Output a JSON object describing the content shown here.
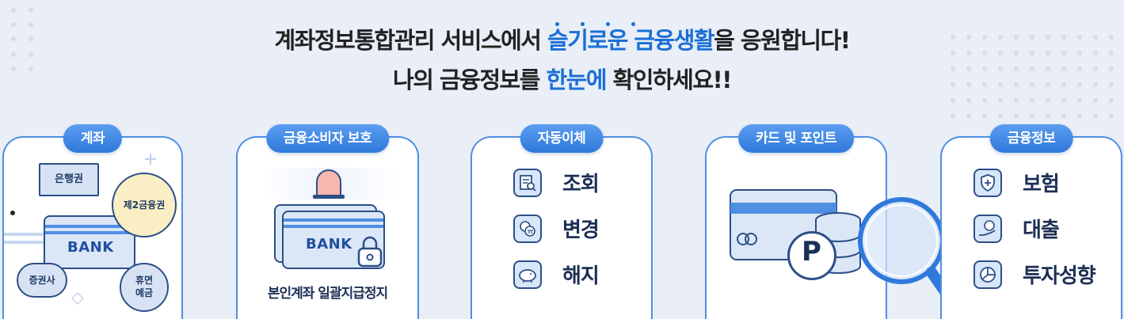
{
  "headline": {
    "line1_before": "계좌정보통합관리 서비스에서 ",
    "line1_highlight": "슬기로운 금융생활",
    "line1_after": "을 응원합니다!",
    "line2_before": "나의 금융정보를 ",
    "line2_highlight": "한눈에",
    "line2_after": " 확인하세요!!"
  },
  "colors": {
    "accent": "#1a6fd6",
    "card_border": "#4f8fe2",
    "background": "#e9eef7"
  },
  "cards": [
    {
      "title": "계좌",
      "bubbles": {
        "bank": "은행권",
        "second_tier": "제2금융권",
        "securities": "증권사",
        "dormant_line1": "휴면",
        "dormant_line2": "예금"
      },
      "bank_label": "BANK"
    },
    {
      "title": "금융소비자 보호",
      "bank_label": "BANK",
      "caption": "본인계좌 일괄지급정지",
      "icons": [
        "siren-icon",
        "lock-icon"
      ]
    },
    {
      "title": "자동이체",
      "items": [
        {
          "label": "조회",
          "icon": "search-document-icon"
        },
        {
          "label": "변경",
          "icon": "exchange-icon"
        },
        {
          "label": "해지",
          "icon": "piggy-bank-icon"
        }
      ]
    },
    {
      "title": "카드 및 포인트",
      "point_label": "P",
      "icons": [
        "credit-card-icon",
        "coin-stack-icon",
        "magnifier-icon"
      ]
    },
    {
      "title": "금융정보",
      "items": [
        {
          "label": "보험",
          "icon": "shield-icon"
        },
        {
          "label": "대출",
          "icon": "loan-hand-icon"
        },
        {
          "label": "투자성향",
          "icon": "pie-chart-icon"
        }
      ]
    }
  ]
}
